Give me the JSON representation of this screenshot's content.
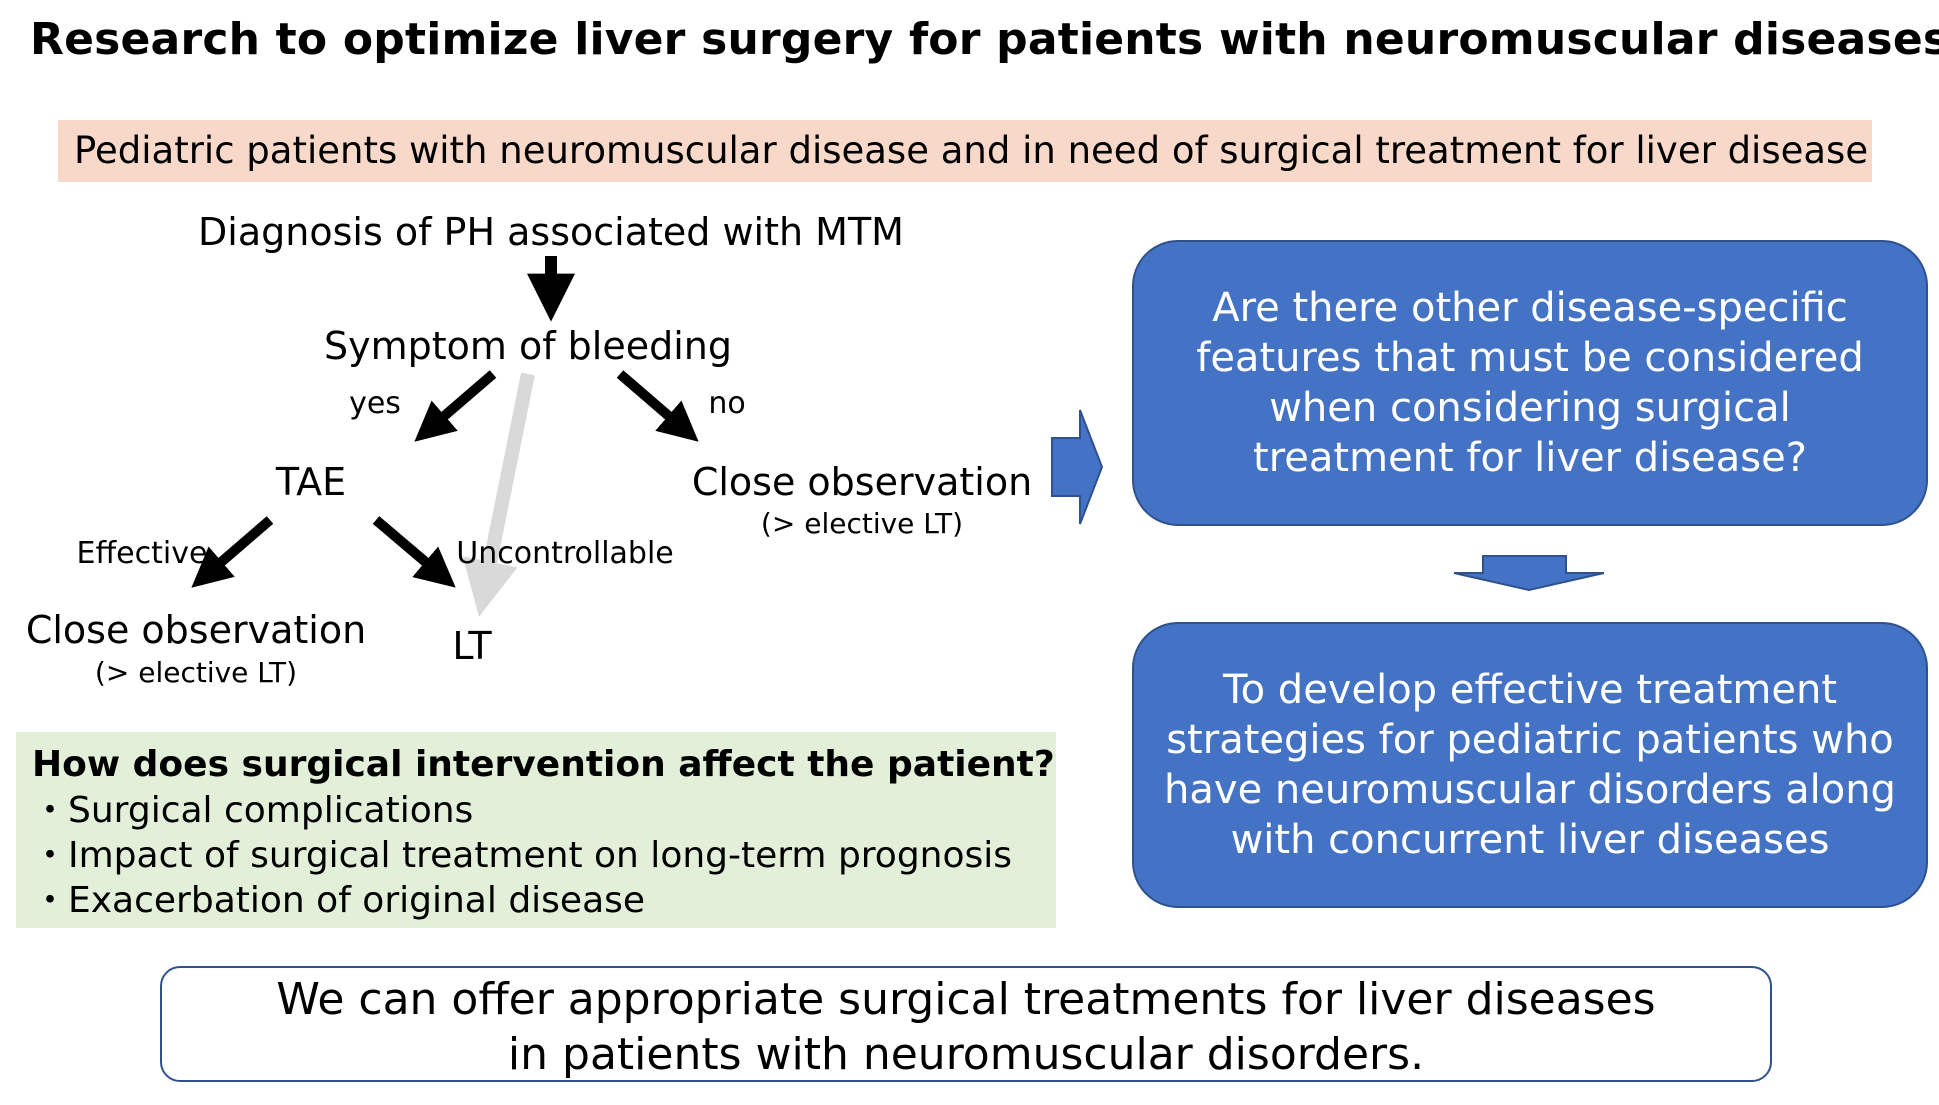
{
  "title": "Research to optimize liver surgery for patients with neuromuscular diseases",
  "banner": "Pediatric patients with neuromuscular disease and in need of surgical treatment for liver disease",
  "flowchart": {
    "diagnosis": "Diagnosis of PH associated with MTM",
    "symptom": "Symptom of bleeding",
    "yes_label": "yes",
    "no_label": "no",
    "tae": "TAE",
    "close_obs_right": "Close observation",
    "close_obs_right_sub": "(> elective LT)",
    "effective_label": "Effective",
    "uncontrollable_label": "Uncontrollable",
    "close_obs_left": "Close observation",
    "close_obs_left_sub": "(> elective LT)",
    "lt": "LT"
  },
  "question_box": {
    "lines": [
      "Are there other disease-specific",
      "features that must be considered",
      "when considering surgical",
      "treatment for liver disease?"
    ]
  },
  "goal_box": {
    "lines": [
      "To develop effective treatment",
      "strategies for pediatric patients who",
      "have neuromuscular disorders along",
      "with concurrent liver diseases"
    ]
  },
  "impact_box": {
    "question": "How does surgical intervention affect the patient?",
    "items": [
      "・Surgical complications",
      "・Impact of surgical treatment on long-term prognosis",
      "・Exacerbation of original disease"
    ]
  },
  "conclusion": {
    "lines": [
      "We can offer appropriate surgical treatments for liver diseases",
      "in patients with neuromuscular disorders."
    ]
  },
  "colors": {
    "banner": "#f8d9c9",
    "blue_box": "#4472c4",
    "blue_border": "#2f528f",
    "green_box": "#e2efd9",
    "arrow": "#000000",
    "ghost_arrow": "#d9d9d9"
  }
}
